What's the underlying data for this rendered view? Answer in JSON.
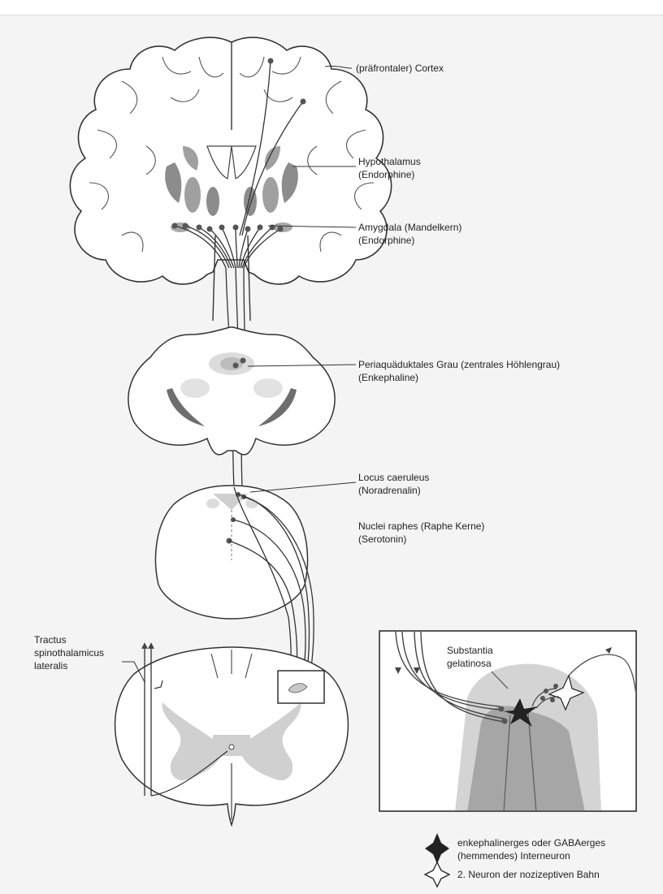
{
  "labels": {
    "cortex": "(präfrontaler) Cortex",
    "hypothalamus": [
      "Hypothalamus",
      "(Endorphine)"
    ],
    "amygdala": [
      "Amygdala (Mandelkern)",
      "(Endorphine)"
    ],
    "pag": [
      "Periaquäduktales Grau (zentrales Höhlengrau)",
      "(Enkephaline)"
    ],
    "locus": [
      "Locus caeruleus",
      "(Noradrenalin)"
    ],
    "raphe": [
      "Nuclei raphes (Raphe Kerne)",
      "(Serotonin)"
    ],
    "tractus": [
      "Tractus",
      "spinothalamicus",
      "lateralis"
    ],
    "substantia": [
      "Substantia",
      "gelatinosa"
    ]
  },
  "legend": {
    "inhibitory": [
      "enkephalinerges oder GABAerges",
      "(hemmendes) Interneuron"
    ],
    "second_neuron": "2. Neuron der nozizeptiven Bahn"
  },
  "icons": {
    "inhibitory": "filled-black-star-icon",
    "second_neuron": "hollow-star-icon"
  },
  "colors": {
    "outline": "#333333",
    "gray_matter": "#8c8c8c",
    "light_gray": "#c8c8c8",
    "dark_tract": "#6e6e6e"
  }
}
